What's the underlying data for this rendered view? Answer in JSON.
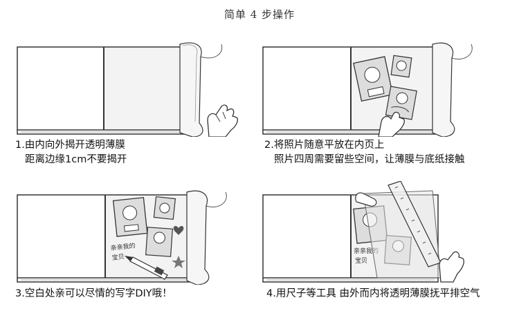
{
  "title": "简单 4 步操作",
  "steps": [
    {
      "line1": "1.由内向外揭开透明薄膜",
      "line2": "距离边缘1cm不要揭开"
    },
    {
      "line1": "2.将照片随意平放在内页上",
      "line2": "照片四周需要留些空间，让薄膜与底纸接触"
    },
    {
      "line1": "3.空白处亲可以尽情的写字DIY哦！",
      "line2": ""
    },
    {
      "line1": "4.用尺子等工具 由外而内将透明薄膜抚平排空气",
      "line2": ""
    }
  ],
  "handwriting": {
    "line1": "亲亲我的",
    "line2": "宝贝"
  }
}
